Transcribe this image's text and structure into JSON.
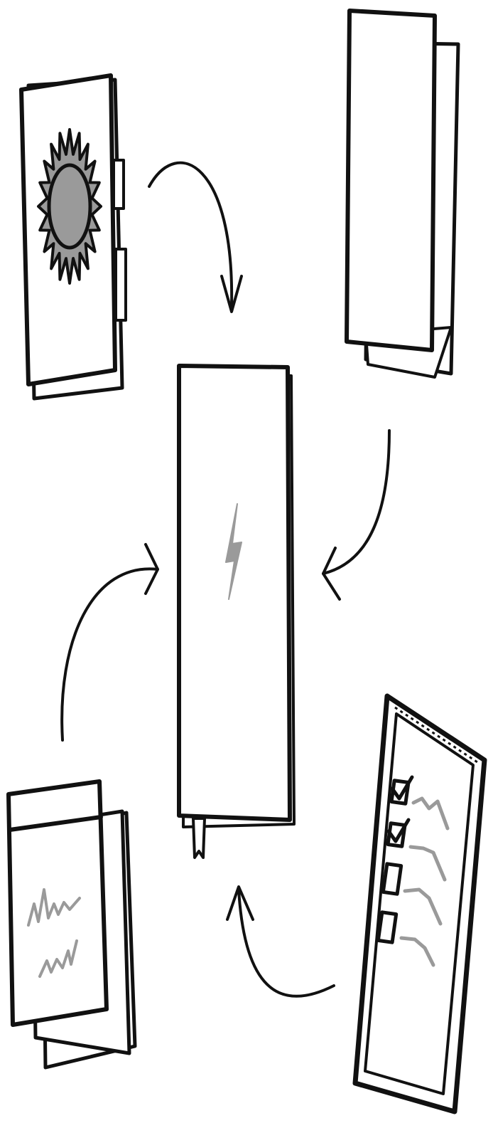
{
  "diagram": {
    "center": "notebook-with-lightning",
    "items": [
      {
        "id": "sun-notebook",
        "icon": "sun-notebook-icon",
        "position": "top-left"
      },
      {
        "id": "blank-sheets",
        "icon": "blank-paper-stack-icon",
        "position": "top-right"
      },
      {
        "id": "scribble-notes",
        "icon": "scribbled-notes-icon",
        "position": "bottom-left"
      },
      {
        "id": "checklist-pad",
        "icon": "checklist-clipboard-icon",
        "position": "bottom-right"
      }
    ],
    "colors": {
      "ink": "#111111",
      "gray": "#9a9a9a",
      "paper": "#ffffff"
    }
  }
}
